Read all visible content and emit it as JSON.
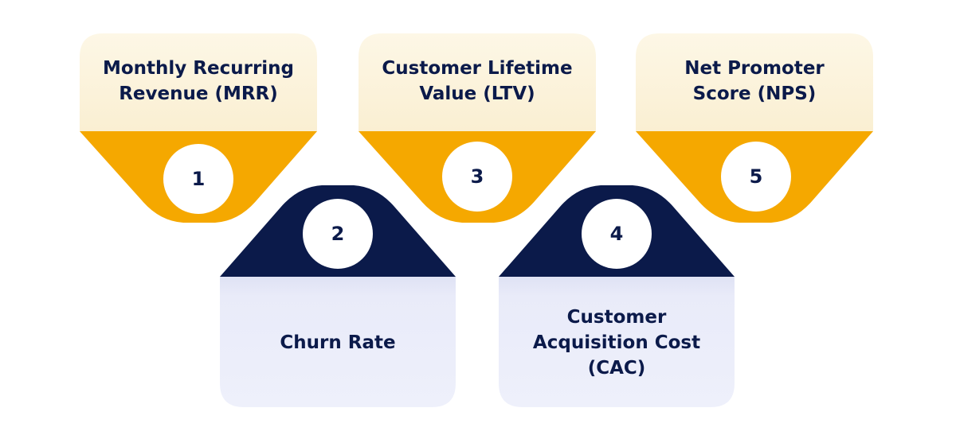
{
  "colors": {
    "amber": "#f5a800",
    "cream": "#fbf2da",
    "navy": "#0b1a4a",
    "lavender": "#e8eaf8",
    "text": "#0b1a4a"
  },
  "items": [
    {
      "number": "1",
      "label": "Monthly Recurring\nRevenue (MRR)"
    },
    {
      "number": "2",
      "label": "Churn Rate"
    },
    {
      "number": "3",
      "label": "Customer Lifetime\nValue (LTV)"
    },
    {
      "number": "4",
      "label": "Customer\nAcquisition Cost\n(CAC)"
    },
    {
      "number": "5",
      "label": "Net Promoter\nScore (NPS)"
    }
  ]
}
